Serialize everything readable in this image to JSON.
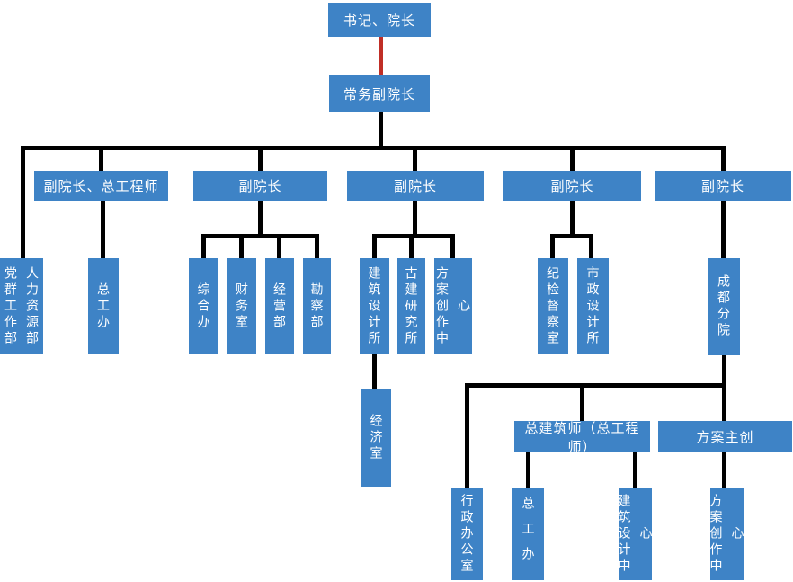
{
  "colors": {
    "box_fill": "#3e83c6",
    "connector_line": "#000000",
    "red_connector_line": "#c02e26",
    "text": "#ffffff",
    "background": "#ffffff"
  },
  "nodes": {
    "secretary_dean": {
      "label": "书记、院长"
    },
    "executive_vice_dean": {
      "label": "常务副院长"
    },
    "vice_dean_chief_engineer": {
      "label": "副院长、总工程师"
    },
    "vice_dean_1": {
      "label": "副院长"
    },
    "vice_dean_2": {
      "label": "副院长"
    },
    "vice_dean_3": {
      "label": "副院长"
    },
    "vice_dean_4": {
      "label": "副院长"
    },
    "party_mass_hr": {
      "label": "党群工作部\n人力资源部"
    },
    "chief_engineer_office": {
      "label": "总工办"
    },
    "general_office": {
      "label": "综合办"
    },
    "finance_office": {
      "label": "财务室"
    },
    "business_dept": {
      "label": "经营部"
    },
    "survey_dept": {
      "label": "勘察部"
    },
    "architectural_design_institute": {
      "label": "建筑设计所"
    },
    "ancient_architecture_institute": {
      "label": "古建研究所"
    },
    "scheme_creation_center": {
      "label": "方案创作中心"
    },
    "discipline_inspection_office": {
      "label": "纪检督察室"
    },
    "municipal_design_institute": {
      "label": "市政设计所"
    },
    "chengdu_branch": {
      "label": "成都分院"
    },
    "economy_office": {
      "label": "经济室"
    },
    "chief_architect": {
      "label": "总建筑师（总工程师）"
    },
    "scheme_chief_creator": {
      "label": "方案主创"
    },
    "admin_office": {
      "label": "行政办公室"
    },
    "chief_engineer_office_chengdu": {
      "label": "总工办"
    },
    "architectural_design_center": {
      "label": "建筑设计中心"
    },
    "scheme_creation_center_chengdu": {
      "label": "方案创作中心"
    }
  }
}
